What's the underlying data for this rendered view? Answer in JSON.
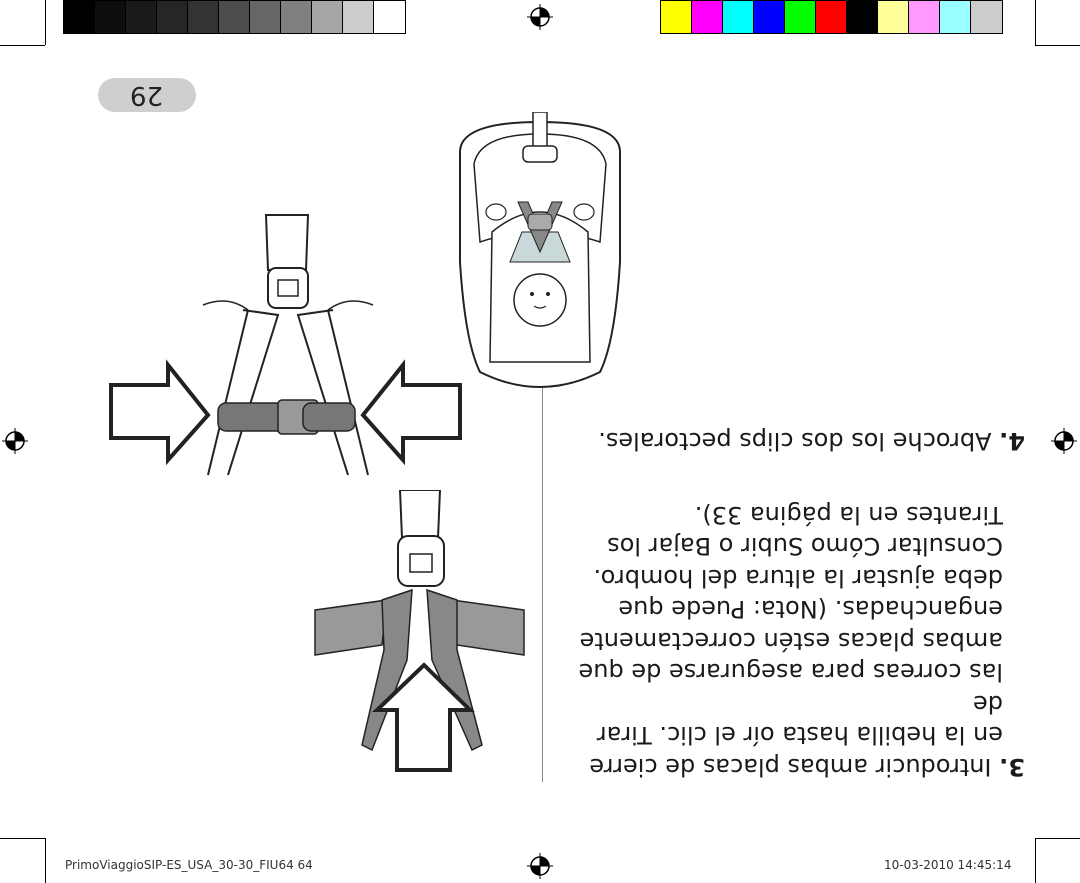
{
  "registration": {
    "grayscale": [
      "#000000",
      "#0d0d0d",
      "#1a1a1a",
      "#262626",
      "#333333",
      "#4d4d4d",
      "#666666",
      "#808080",
      "#a6a6a6",
      "#cccccc",
      "#ffffff"
    ],
    "colors": [
      "#ffff00",
      "#ff00ff",
      "#00ffff",
      "#0000ff",
      "#00ff00",
      "#ff0000",
      "#000000",
      "#ffff99",
      "#ff99ff",
      "#99ffff",
      "#cccccc"
    ]
  },
  "page": {
    "number": "29"
  },
  "steps": {
    "step3": {
      "number": "3.",
      "lines": [
        "Introducir ambas placas de cierre",
        "en la hebilla hasta oír el clic. Tirar de",
        "las correas para asegurarse de que",
        "ambas placas estén correctamente",
        "enganchadas. (Nota: Puede que",
        "deba ajustar la altura del hombro.",
        "Consultar Cómo Subir o Bajar los",
        "Tirantes en la página 33)."
      ]
    },
    "step4": {
      "number": "4.",
      "text": "Abroche los dos clips pectorales."
    }
  },
  "footer": {
    "file": "PrimoViaggioSIP-ES_USA_30-30_FIU64   64",
    "datetime": "10-03-2010   14:45:14"
  }
}
